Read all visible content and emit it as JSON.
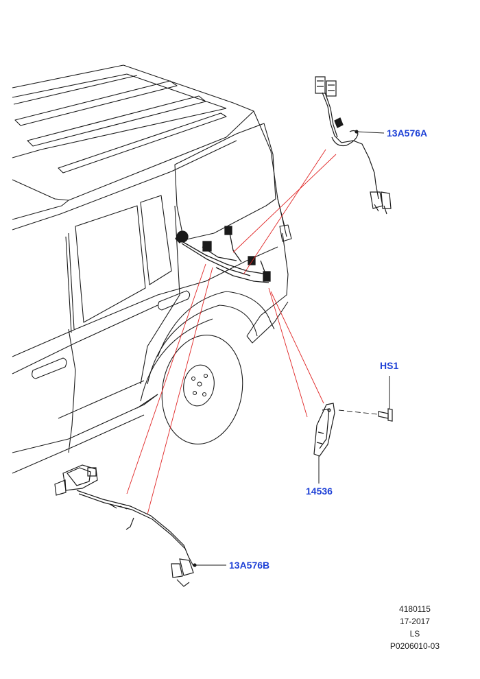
{
  "callouts": {
    "harness_upper": "13A576A",
    "screw": "HS1",
    "bracket": "14536",
    "harness_lower": "13A576B"
  },
  "reference": {
    "illustration_number": "4180115",
    "date_code": "17-2017",
    "model_code": "LS",
    "part_group": "P0206010-03"
  },
  "colors": {
    "callout_text": "#1c3fd6",
    "leader_lines": "#e02424",
    "line_art": "#1a1a1a"
  }
}
